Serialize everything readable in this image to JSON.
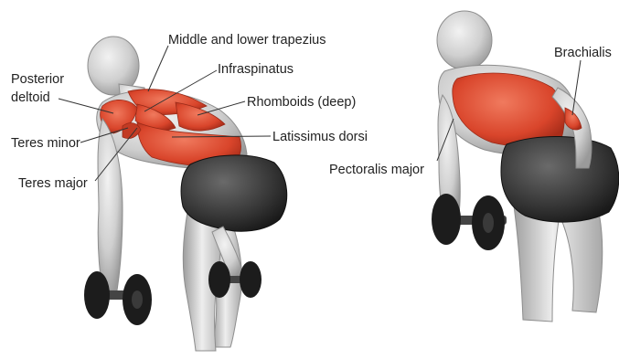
{
  "labels": {
    "middle_lower_trapezius": "Middle and lower trapezius",
    "infraspinatus": "Infraspinatus",
    "rhomboids": "Rhomboids (deep)",
    "latissimus_dorsi": "Latissimus dorsi",
    "posterior_deltoid_line1": "Posterior",
    "posterior_deltoid_line2": "deltoid",
    "teres_minor": "Teres minor",
    "teres_major": "Teres major",
    "brachialis": "Brachialis",
    "pectoralis_major": "Pectoralis major"
  },
  "colors": {
    "muscle_highlight": "#e0533a",
    "muscle_dark": "#b8321f",
    "body_gray": "#d4d4d4",
    "body_shade": "#a9a9a9",
    "shorts": "#3a3a3a",
    "dumbbell": "#1c1c1c",
    "leader_line": "#333333"
  }
}
